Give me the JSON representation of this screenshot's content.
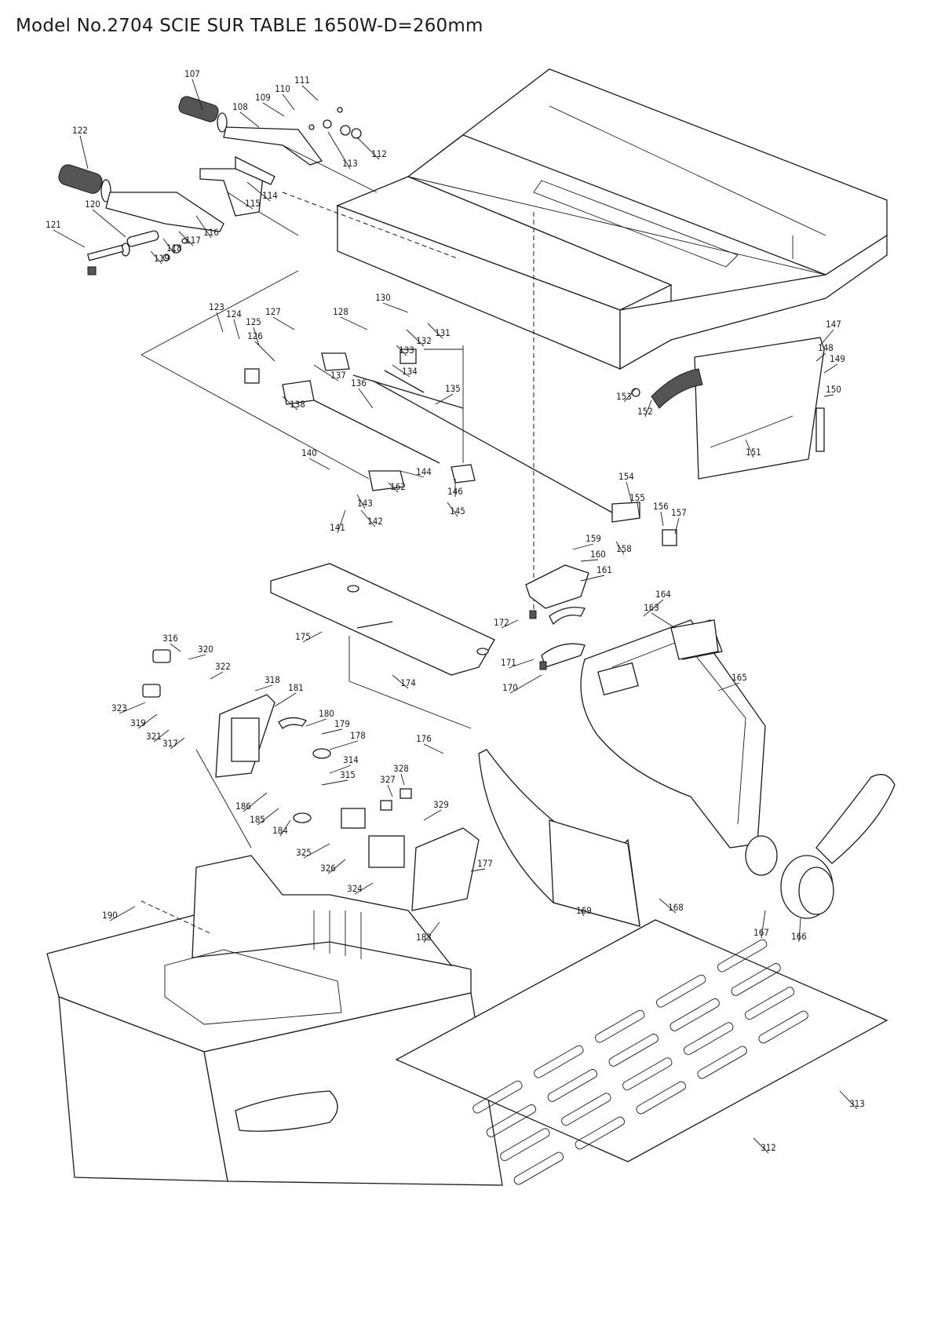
{
  "title": "Model No.2704 SCIE SUR TABLE 1650W-D=260mm",
  "callouts": [
    "107",
    "111",
    "110",
    "109",
    "108",
    "112",
    "113",
    "122",
    "114",
    "115",
    "120",
    "117",
    "116",
    "121",
    "118",
    "119",
    "130",
    "123",
    "124",
    "125",
    "127",
    "128",
    "126",
    "131",
    "132",
    "133",
    "134",
    "137",
    "138",
    "136",
    "135",
    "147",
    "148",
    "149",
    "150",
    "153",
    "152",
    "151",
    "140",
    "144",
    "162",
    "146",
    "145",
    "143",
    "142",
    "141",
    "154",
    "155",
    "156",
    "157",
    "158",
    "159",
    "160",
    "161",
    "172",
    "164",
    "163",
    "171",
    "170",
    "165",
    "175",
    "174",
    "316",
    "320",
    "322",
    "318",
    "181",
    "323",
    "319",
    "321",
    "317",
    "180",
    "179",
    "178",
    "176",
    "314",
    "315",
    "327",
    "328",
    "186",
    "185",
    "329",
    "184",
    "325",
    "326",
    "324",
    "177",
    "168",
    "169",
    "190",
    "183",
    "167",
    "166",
    "313",
    "312"
  ]
}
